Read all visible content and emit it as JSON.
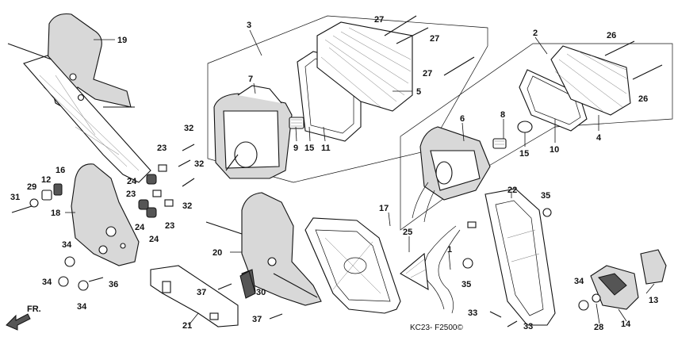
{
  "diagram": {
    "drawing_code": "KC23- F2500©",
    "direction_mark": "FR.",
    "callouts": [
      {
        "id": "c1",
        "text": "1"
      },
      {
        "id": "c2",
        "text": "2"
      },
      {
        "id": "c3",
        "text": "3"
      },
      {
        "id": "c4",
        "text": "4"
      },
      {
        "id": "c5",
        "text": "5"
      },
      {
        "id": "c6",
        "text": "6"
      },
      {
        "id": "c7",
        "text": "7"
      },
      {
        "id": "c8",
        "text": "8"
      },
      {
        "id": "c9",
        "text": "9"
      },
      {
        "id": "c10",
        "text": "10"
      },
      {
        "id": "c11",
        "text": "11"
      },
      {
        "id": "c12",
        "text": "12"
      },
      {
        "id": "c13",
        "text": "13"
      },
      {
        "id": "c14",
        "text": "14"
      },
      {
        "id": "c15a",
        "text": "15"
      },
      {
        "id": "c15b",
        "text": "15"
      },
      {
        "id": "c16",
        "text": "16"
      },
      {
        "id": "c17",
        "text": "17"
      },
      {
        "id": "c18",
        "text": "18"
      },
      {
        "id": "c19",
        "text": "19"
      },
      {
        "id": "c20",
        "text": "20"
      },
      {
        "id": "c21",
        "text": "21"
      },
      {
        "id": "c22",
        "text": "22"
      },
      {
        "id": "c23a",
        "text": "23"
      },
      {
        "id": "c23b",
        "text": "23"
      },
      {
        "id": "c23c",
        "text": "23"
      },
      {
        "id": "c24a",
        "text": "24"
      },
      {
        "id": "c24b",
        "text": "24"
      },
      {
        "id": "c24c",
        "text": "24"
      },
      {
        "id": "c25",
        "text": "25"
      },
      {
        "id": "c26a",
        "text": "26"
      },
      {
        "id": "c26b",
        "text": "26"
      },
      {
        "id": "c27a",
        "text": "27"
      },
      {
        "id": "c27b",
        "text": "27"
      },
      {
        "id": "c27c",
        "text": "27"
      },
      {
        "id": "c28",
        "text": "28"
      },
      {
        "id": "c29",
        "text": "29"
      },
      {
        "id": "c30",
        "text": "30"
      },
      {
        "id": "c31",
        "text": "31"
      },
      {
        "id": "c32a",
        "text": "32"
      },
      {
        "id": "c32b",
        "text": "32"
      },
      {
        "id": "c32c",
        "text": "32"
      },
      {
        "id": "c33a",
        "text": "33"
      },
      {
        "id": "c33b",
        "text": "33"
      },
      {
        "id": "c34a",
        "text": "34"
      },
      {
        "id": "c34b",
        "text": "34"
      },
      {
        "id": "c34c",
        "text": "34"
      },
      {
        "id": "c34d",
        "text": "34"
      },
      {
        "id": "c35a",
        "text": "35"
      },
      {
        "id": "c35b",
        "text": "35"
      },
      {
        "id": "c36",
        "text": "36"
      },
      {
        "id": "c37a",
        "text": "37"
      },
      {
        "id": "c37b",
        "text": "37"
      }
    ]
  }
}
